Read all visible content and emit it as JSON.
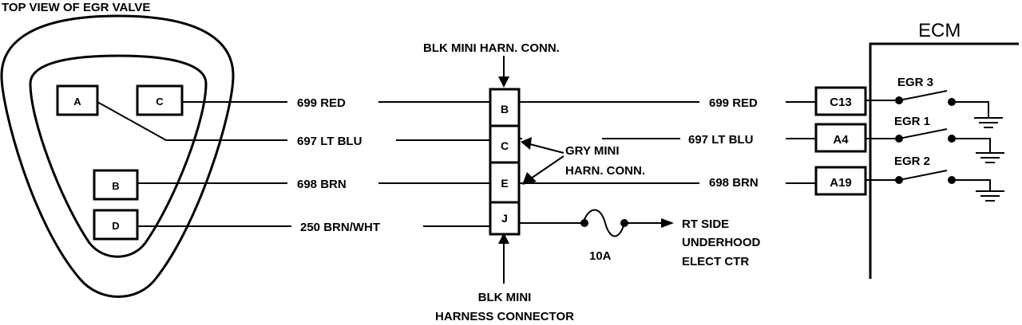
{
  "title": "TOP VIEW OF EGR VALVE",
  "valve_pins": [
    "A",
    "B",
    "C",
    "D"
  ],
  "connector": {
    "top_label": "BLK MINI HARN. CONN.",
    "bottom_label_line1": "BLK MINI",
    "bottom_label_line2": "HARNESS CONNECTOR",
    "pins": [
      "B",
      "C",
      "E",
      "J"
    ]
  },
  "gry_connector": {
    "line1": "GRY MINI",
    "line2": "HARN. CONN."
  },
  "wires_left": [
    "699 RED",
    "697 LT BLU",
    "698 BRN",
    "250 BRN/WHT"
  ],
  "wires_right": [
    "699 RED",
    "697 LT BLU",
    "698 BRN"
  ],
  "fuse": {
    "rating": "10A",
    "dest_line1": "RT SIDE",
    "dest_line2": "UNDERHOOD",
    "dest_line3": "ELECT CTR"
  },
  "ecm": {
    "title": "ECM",
    "terminals": [
      "C13",
      "A4",
      "A19"
    ],
    "switches": [
      "EGR 3",
      "EGR 1",
      "EGR 2"
    ]
  }
}
